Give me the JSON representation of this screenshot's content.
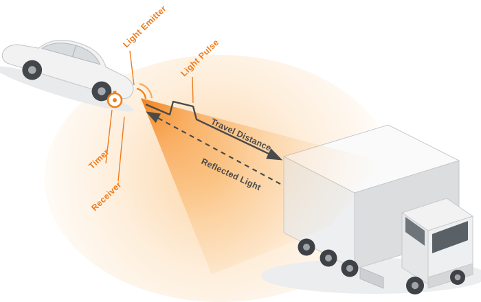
{
  "diagram": {
    "subject": "lidar-time-of-flight-measurement",
    "labels": {
      "light_emitter": "Light Emitter",
      "light_pulse": "Light Pulse",
      "timer": "Timer",
      "receiver": "Receiver",
      "travel_distance": "Travel Distance",
      "reflected_light": "Reflected Light"
    },
    "colors": {
      "accent_orange": "#EE7B1C",
      "cone_orange": "#F07D12",
      "arrow_gray": "#4A4A4A",
      "vehicle_gray": "#F0F1F2",
      "background": "#FFFFFF"
    }
  }
}
